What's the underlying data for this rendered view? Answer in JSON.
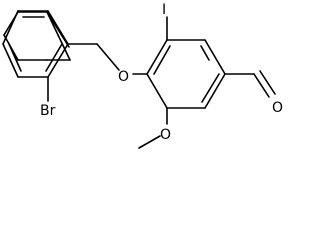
{
  "molecule": {
    "atoms": {
      "bromine": "Br",
      "iodine": "I",
      "ether_oxygen": "O",
      "methoxy_oxygen": "O",
      "aldehyde_oxygen": "O"
    }
  }
}
